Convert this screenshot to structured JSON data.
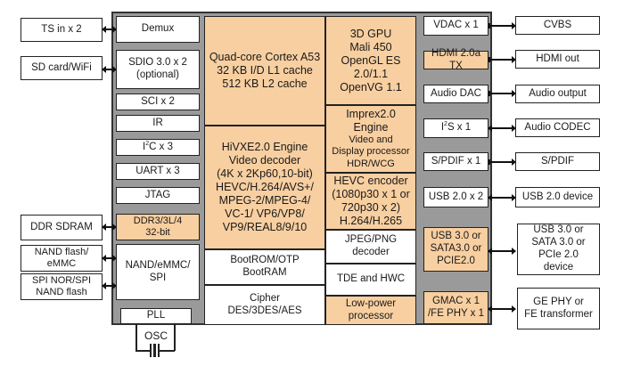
{
  "diagram": {
    "type": "SoC block diagram",
    "left_external": {
      "ts_in": "TS in x 2",
      "sd_wifi": "SD card/WiFi",
      "ddr_sdram": "DDR SDRAM",
      "nand_emmc": "NAND flash/\neMMC",
      "spi_nor": "SPI NOR/SPI\nNAND flash"
    },
    "left_column": {
      "demux": "Demux",
      "sdio": "SDIO 3.0 x 2\n(optional)",
      "sci": "SCI x 2",
      "ir": "IR",
      "i2c_prefix": "I",
      "i2c_sup": "2",
      "i2c_suffix": "C x 3",
      "uart": "UART x 3",
      "jtag": "JTAG",
      "ddr": "DDR3/3L/4\n32-bit",
      "nand_spi": "NAND/eMMC/\nSPI",
      "pll": "PLL",
      "osc": "OSC"
    },
    "center": {
      "cpu": "Quad-core Cortex A53\n32 KB I/D L1 cache\n512 KB L2 cache",
      "gpu": "3D GPU\nMali 450\nOpenGL ES\n2.0/1.1\nOpenVG 1.1",
      "imprex_title": "Imprex2.0\nEngine",
      "imprex_desc": "Video and\nDisplay processor\nHDR/WCG",
      "hivxe": "HiVXE2.0 Engine\nVideo decoder\n(4K x 2Kp60,10-bit)\nHEVC/H.264/AVS+/\nMPEG-2/MPEG-4/\nVC-1/ VP6/VP8/\nVP9/REAL8/9/10",
      "hevc_enc": "HEVC encoder\n(1080p30 x 1 or\n720p30 x 2)\nH.264/H.265",
      "jpeg": "JPEG/PNG\ndecoder",
      "bootrom": "BootROM/OTP\nBootRAM",
      "tde": "TDE and HWC",
      "cipher": "Cipher\nDES/3DES/AES",
      "low_power": "Low-power\nprocessor"
    },
    "right_column": {
      "vdac": "VDAC x 1",
      "hdmi_tx": "HDMI 2.0a TX",
      "audio_dac": "Audio DAC",
      "i2s_prefix": "I",
      "i2s_sup": "2",
      "i2s_suffix": "S x 1",
      "spdif": "S/PDIF x 1",
      "usb2": "USB 2.0 x 2",
      "usb3": "USB 3.0 or\nSATA3.0 or\nPCIE2.0",
      "gmac": "GMAC x 1\n/FE PHY x 1"
    },
    "right_external": {
      "cvbs": "CVBS",
      "hdmi_out": "HDMI out",
      "audio_output": "Audio output",
      "audio_codec": "Audio CODEC",
      "spdif": "S/PDIF",
      "usb2_device": "USB 2.0 device",
      "usb3_device": "USB 3.0 or\nSATA 3.0 or\nPCIe 2.0\ndevice",
      "ge_phy": "GE PHY or\nFE transformer"
    },
    "colors": {
      "highlight_block": "#f8cfa0",
      "chip_background": "#9a9a9a",
      "plain_block": "#ffffff"
    }
  }
}
